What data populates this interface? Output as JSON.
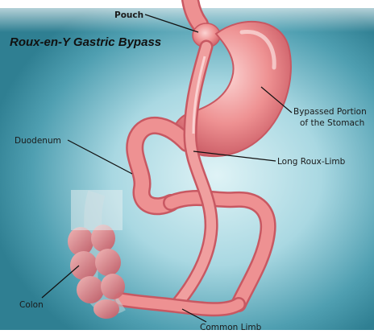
{
  "diagram": {
    "title": "Roux-en-Y Gastric Bypass",
    "labels": {
      "pouch": "Pouch",
      "bypassed_line1": "Bypassed Portion",
      "bypassed_line2": "of the Stomach",
      "duodenum": "Duodenum",
      "roux_limb": "Long Roux-Limb",
      "colon": "Colon",
      "common_limb": "Common Limb"
    },
    "colors": {
      "background_center": "#d4eef2",
      "background_edge": "#2f7f92",
      "tissue": "#ec8b8c",
      "tissue_dark": "#c85862",
      "tissue_highlight": "#fbd3d2"
    }
  }
}
